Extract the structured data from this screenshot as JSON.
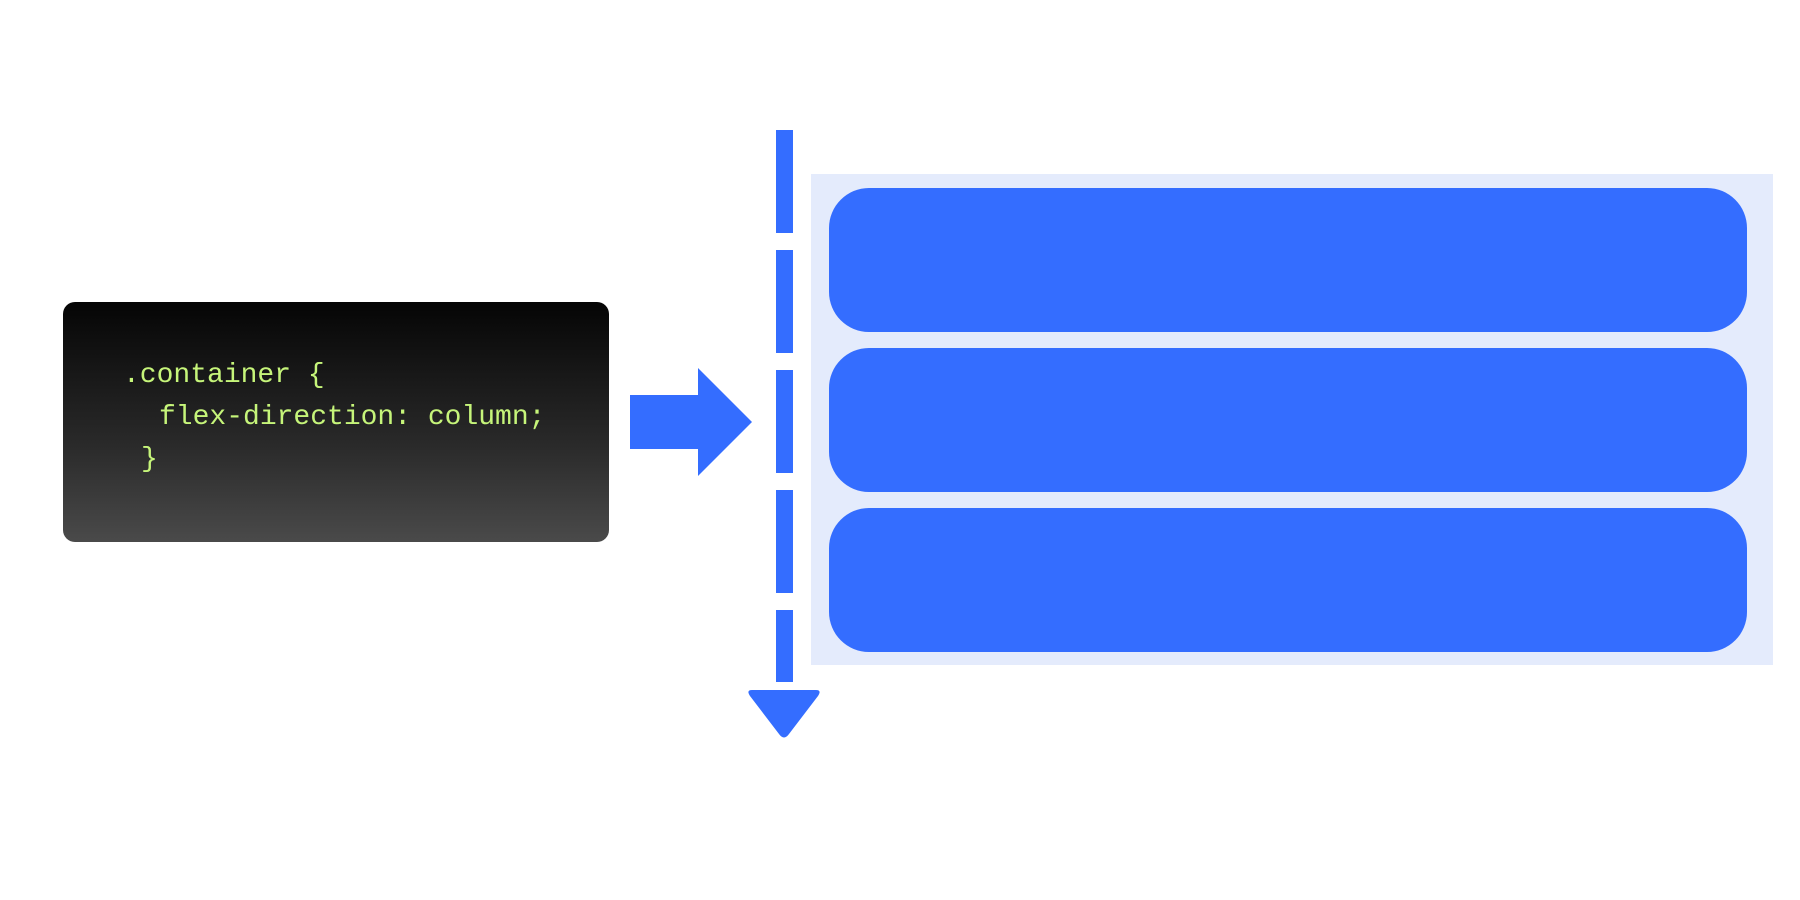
{
  "code": {
    "lines": [
      ".container {",
      "flex-direction: column;",
      "}"
    ],
    "text_color": "#C6F57A",
    "background_top": "#050505",
    "background_bottom": "#4A4A4A"
  },
  "diagram": {
    "accent_color": "#346DFF",
    "container_background": "#E4EBFC",
    "direction": "column",
    "item_count": 3,
    "icons": [
      "arrow-right-icon",
      "arrow-down-icon"
    ]
  }
}
